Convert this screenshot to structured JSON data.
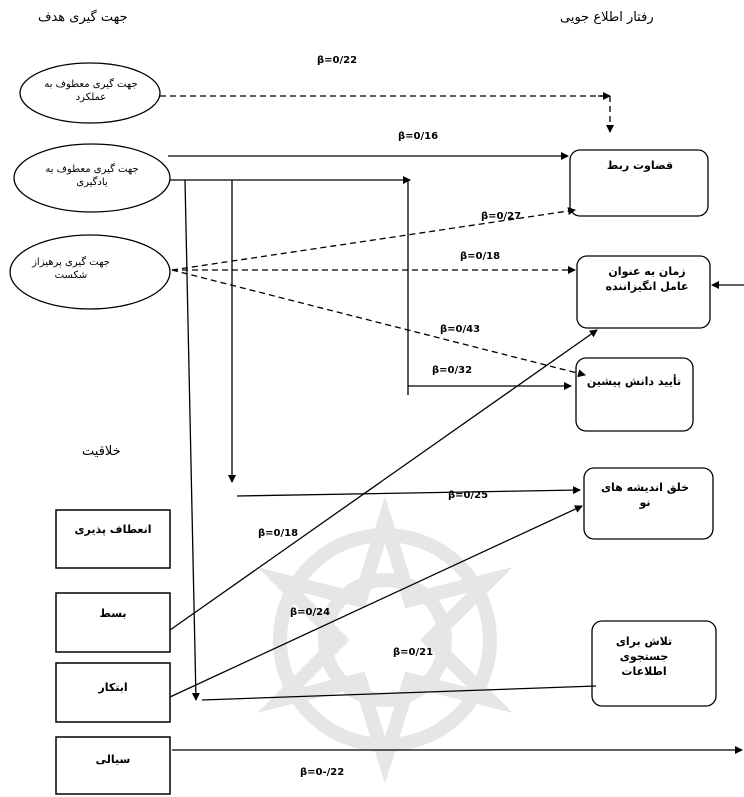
{
  "headers": {
    "left": "جهت گیری هدف",
    "right": "رفتار اطلاع جویی",
    "creativity": "خلاقیت"
  },
  "goal_orientations": [
    "جهت گیری معطوف به عملکرد",
    "جهت گیری معطوف به یادگیری",
    "جهت گیری پرهیزاز شکست"
  ],
  "creativity_factors": [
    "انعطاف پذیری",
    "بسط",
    "ابتکار",
    "سیالی"
  ],
  "info_seeking_behaviors": [
    "قضاوت ربط",
    "زمان به عنوان عامل انگیزاننده",
    "تأیید دانش پیشین",
    "خلق اندیشه های نو",
    "تلاش برای جستجوی اطلاعات"
  ],
  "betas": {
    "b1": "β=0/22",
    "b2": "β=0/16",
    "b3": "β=0/27",
    "b4": "β=0/18",
    "b5": "β=0/43",
    "b6": "β=0/32",
    "b7": "β=0/25",
    "b8": "β=0/18",
    "b9": "β=0/24",
    "b10": "β=0/21",
    "b11": "β=0-/22"
  },
  "colors": {
    "line": "#000000",
    "watermark": "#e6e6e6"
  }
}
